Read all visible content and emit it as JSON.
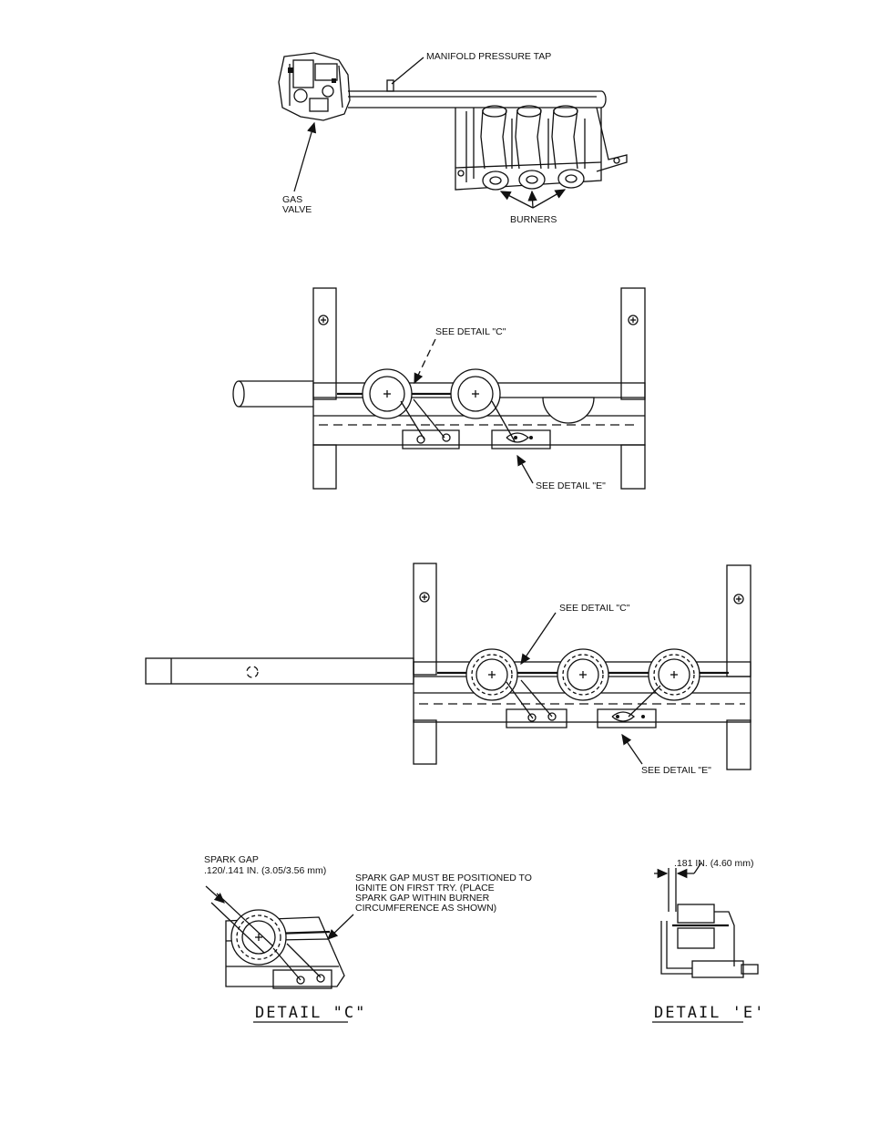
{
  "figure1": {
    "manifold_tap_label": "MANIFOLD PRESSURE TAP",
    "gas_valve_line1": "GAS",
    "gas_valve_line2": "VALVE",
    "burners_label": "BURNERS"
  },
  "figure2": {
    "see_detail_c": "SEE DETAIL \"C\"",
    "see_detail_e": "SEE DETAIL \"E\""
  },
  "figure3": {
    "see_detail_c": "SEE DETAIL \"C\"",
    "see_detail_e": "SEE DETAIL \"E\""
  },
  "detail_c": {
    "spark_gap_line1": "SPARK GAP",
    "spark_gap_line2": ".120/.141 IN. (3.05/3.56 mm)",
    "note_line1": "SPARK GAP MUST BE POSITIONED TO",
    "note_line2": "IGNITE ON FIRST TRY. (PLACE",
    "note_line3": "SPARK GAP WITHIN BURNER",
    "note_line4": "CIRCUMFERENCE AS SHOWN)",
    "title": "DETAIL \"C\""
  },
  "detail_e": {
    "dimension": ".181 IN. (4.60 mm)",
    "title": "DETAIL 'E'"
  }
}
